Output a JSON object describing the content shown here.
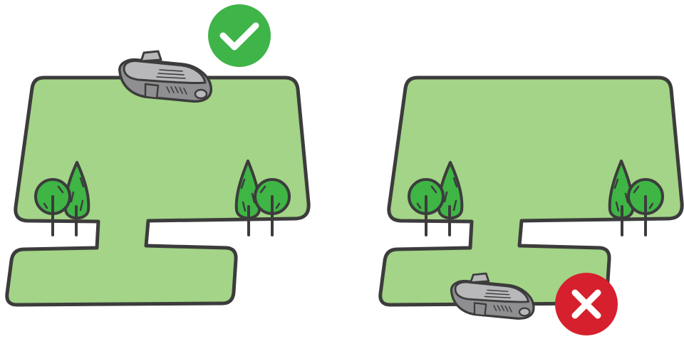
{
  "colors": {
    "lawn": "#a3d487",
    "outline": "#3c3c3c",
    "tree": "#3fb546",
    "robot_body": "#8f8f92",
    "robot_light": "#b8b8bb",
    "correct_badge": "#3fb449",
    "wrong_badge": "#d6202d",
    "badge_mark": "#ffffff"
  },
  "panels": [
    {
      "id": "correct",
      "badge": "check-icon",
      "robot_position": "top-edge-of-lawn"
    },
    {
      "id": "incorrect",
      "badge": "cross-icon",
      "robot_position": "bottom-edge-of-lower-lawn"
    }
  ]
}
